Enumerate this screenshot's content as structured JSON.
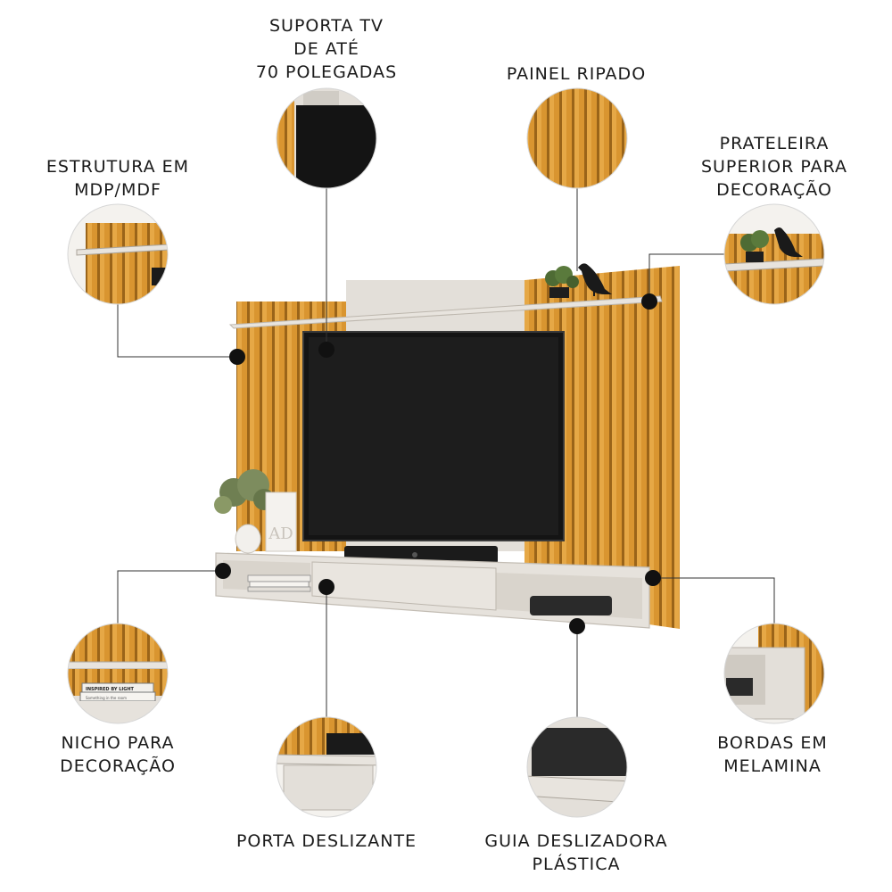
{
  "labels": {
    "tv_support": [
      "SUPORTA TV",
      "DE ATÉ",
      "70 POLEGADAS"
    ],
    "slatted_panel": [
      "PAINEL RIPADO"
    ],
    "structure": [
      "ESTRUTURA EM",
      "MDP/MDF"
    ],
    "top_shelf": [
      "PRATELEIRA",
      "SUPERIOR PARA",
      "DECORAÇÃO"
    ],
    "niche": [
      "NICHO PARA",
      "DECORAÇÃO"
    ],
    "edges": [
      "BORDAS EM",
      "MELAMINA"
    ],
    "sliding_door": [
      "PORTA DESLIZANTE"
    ],
    "sliding_guide": [
      "GUIA DESLIZADORA",
      "PLÁSTICA"
    ]
  },
  "decor": {
    "book_title": "INSPIRED BY LIGHT",
    "book_subtitle": "Something in the room",
    "frame_letters": "AD"
  },
  "colors": {
    "wood": "#d9962f",
    "wood_dark": "#a86a1c",
    "offwhite": "#e3dfd9",
    "screen": "#141414",
    "dot": "#111111"
  }
}
